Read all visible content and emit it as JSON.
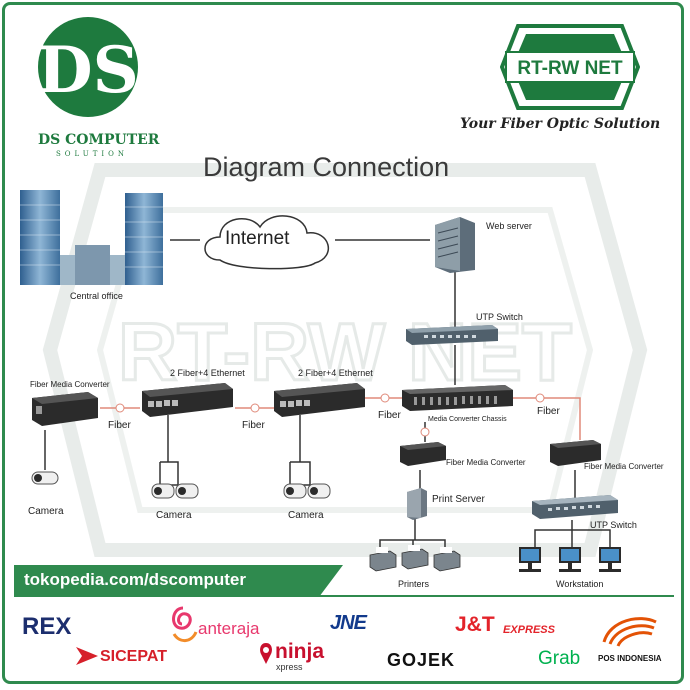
{
  "header": {
    "ds_logo_letters": "DS",
    "ds_company": "DS COMPUTER",
    "ds_company_sub": "SOLUTION",
    "rtrw_logo": "RT-RW NET",
    "slogan": "Your Fiber Optic Solution",
    "watermark": "RT-RW NET"
  },
  "diagram": {
    "title": "Diagram Connection",
    "nodes": {
      "central_office": "Central office",
      "internet": "Internet",
      "web_server": "Web server",
      "utp_switch_top": "UTP Switch",
      "fiber_media_converter_left": "Fiber Media Converter",
      "ethernet_1": "2 Fiber+4 Ethernet",
      "ethernet_2": "2 Fiber+4 Ethernet",
      "media_converter_chassis": "Media Converter Chassis",
      "fiber_media_converter_mid": "Fiber Media Converter",
      "fiber_media_converter_right": "Fiber Media Converter",
      "print_server": "Print Server",
      "utp_switch_bottom": "UTP Switch",
      "printers": "Printers",
      "workstation": "Workstation",
      "camera_1": "Camera",
      "camera_2": "Camera",
      "camera_3": "Camera"
    },
    "links": {
      "fiber_1": "Fiber",
      "fiber_2": "Fiber",
      "fiber_3": "Fiber",
      "fiber_4": "Fiber"
    }
  },
  "footer": {
    "url": "tokopedia.com/dscomputer",
    "couriers": [
      "REX",
      "anteraja",
      "JNE",
      "J&T",
      "EXPRESS",
      "SICEPAT",
      "ninja",
      "xpress",
      "GOJEK",
      "Grab",
      "POS INDONESIA"
    ]
  },
  "colors": {
    "brand_green": "#2f8a4e",
    "fiber_line": "#e08a7a",
    "device_dark": "#2b2b2b"
  }
}
